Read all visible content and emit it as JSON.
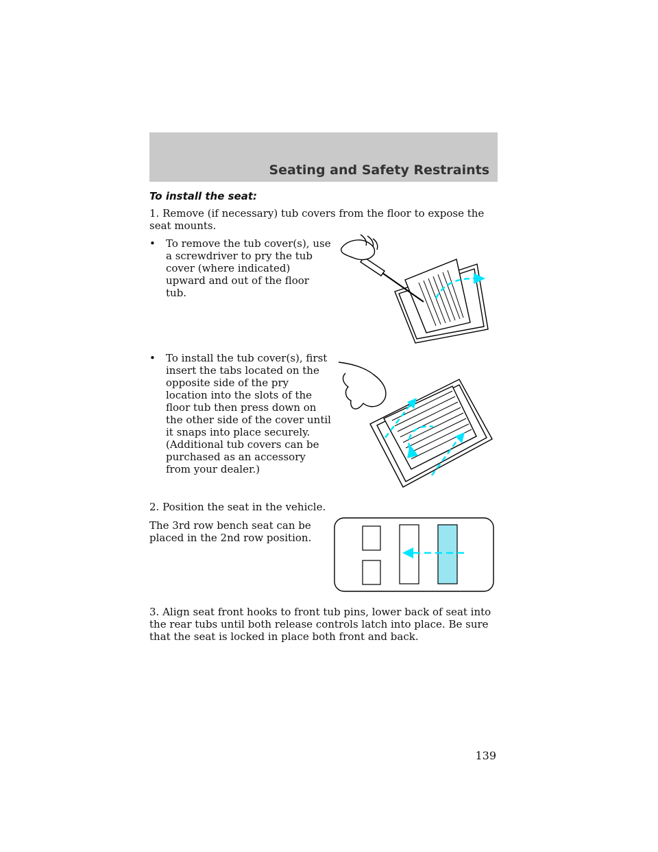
{
  "header": {
    "section_title": "Seating and Safety Restraints"
  },
  "content": {
    "heading": "To install the seat:",
    "step1": "1. Remove (if necessary) tub covers from the floor to expose the seat mounts.",
    "bullet_marker": "•",
    "bullet1": "To remove the tub cover(s), use a screwdriver to pry the tub cover (where indicated) upward and out of the floor tub.",
    "bullet2": "To install the tub cover(s), first insert the tabs located on the opposite side of the pry location into the slots of the floor tub then press down on the other side of the cover until it snaps into place securely. (Additional tub covers can be purchased as an accessory from your dealer.)",
    "step2": "2. Position the seat in the vehicle.",
    "note": "The 3rd row bench seat can be placed in the 2nd row position.",
    "step3": "3. Align seat front hooks to front tub pins, lower back of seat into the rear tubs until both release controls latch into place. Be sure that the seat is locked in place both front and back."
  },
  "figures": {
    "highlight_color": "#00e5ff",
    "seat_highlight_fill": "#99e6f2"
  },
  "footer": {
    "page_number": "139"
  }
}
